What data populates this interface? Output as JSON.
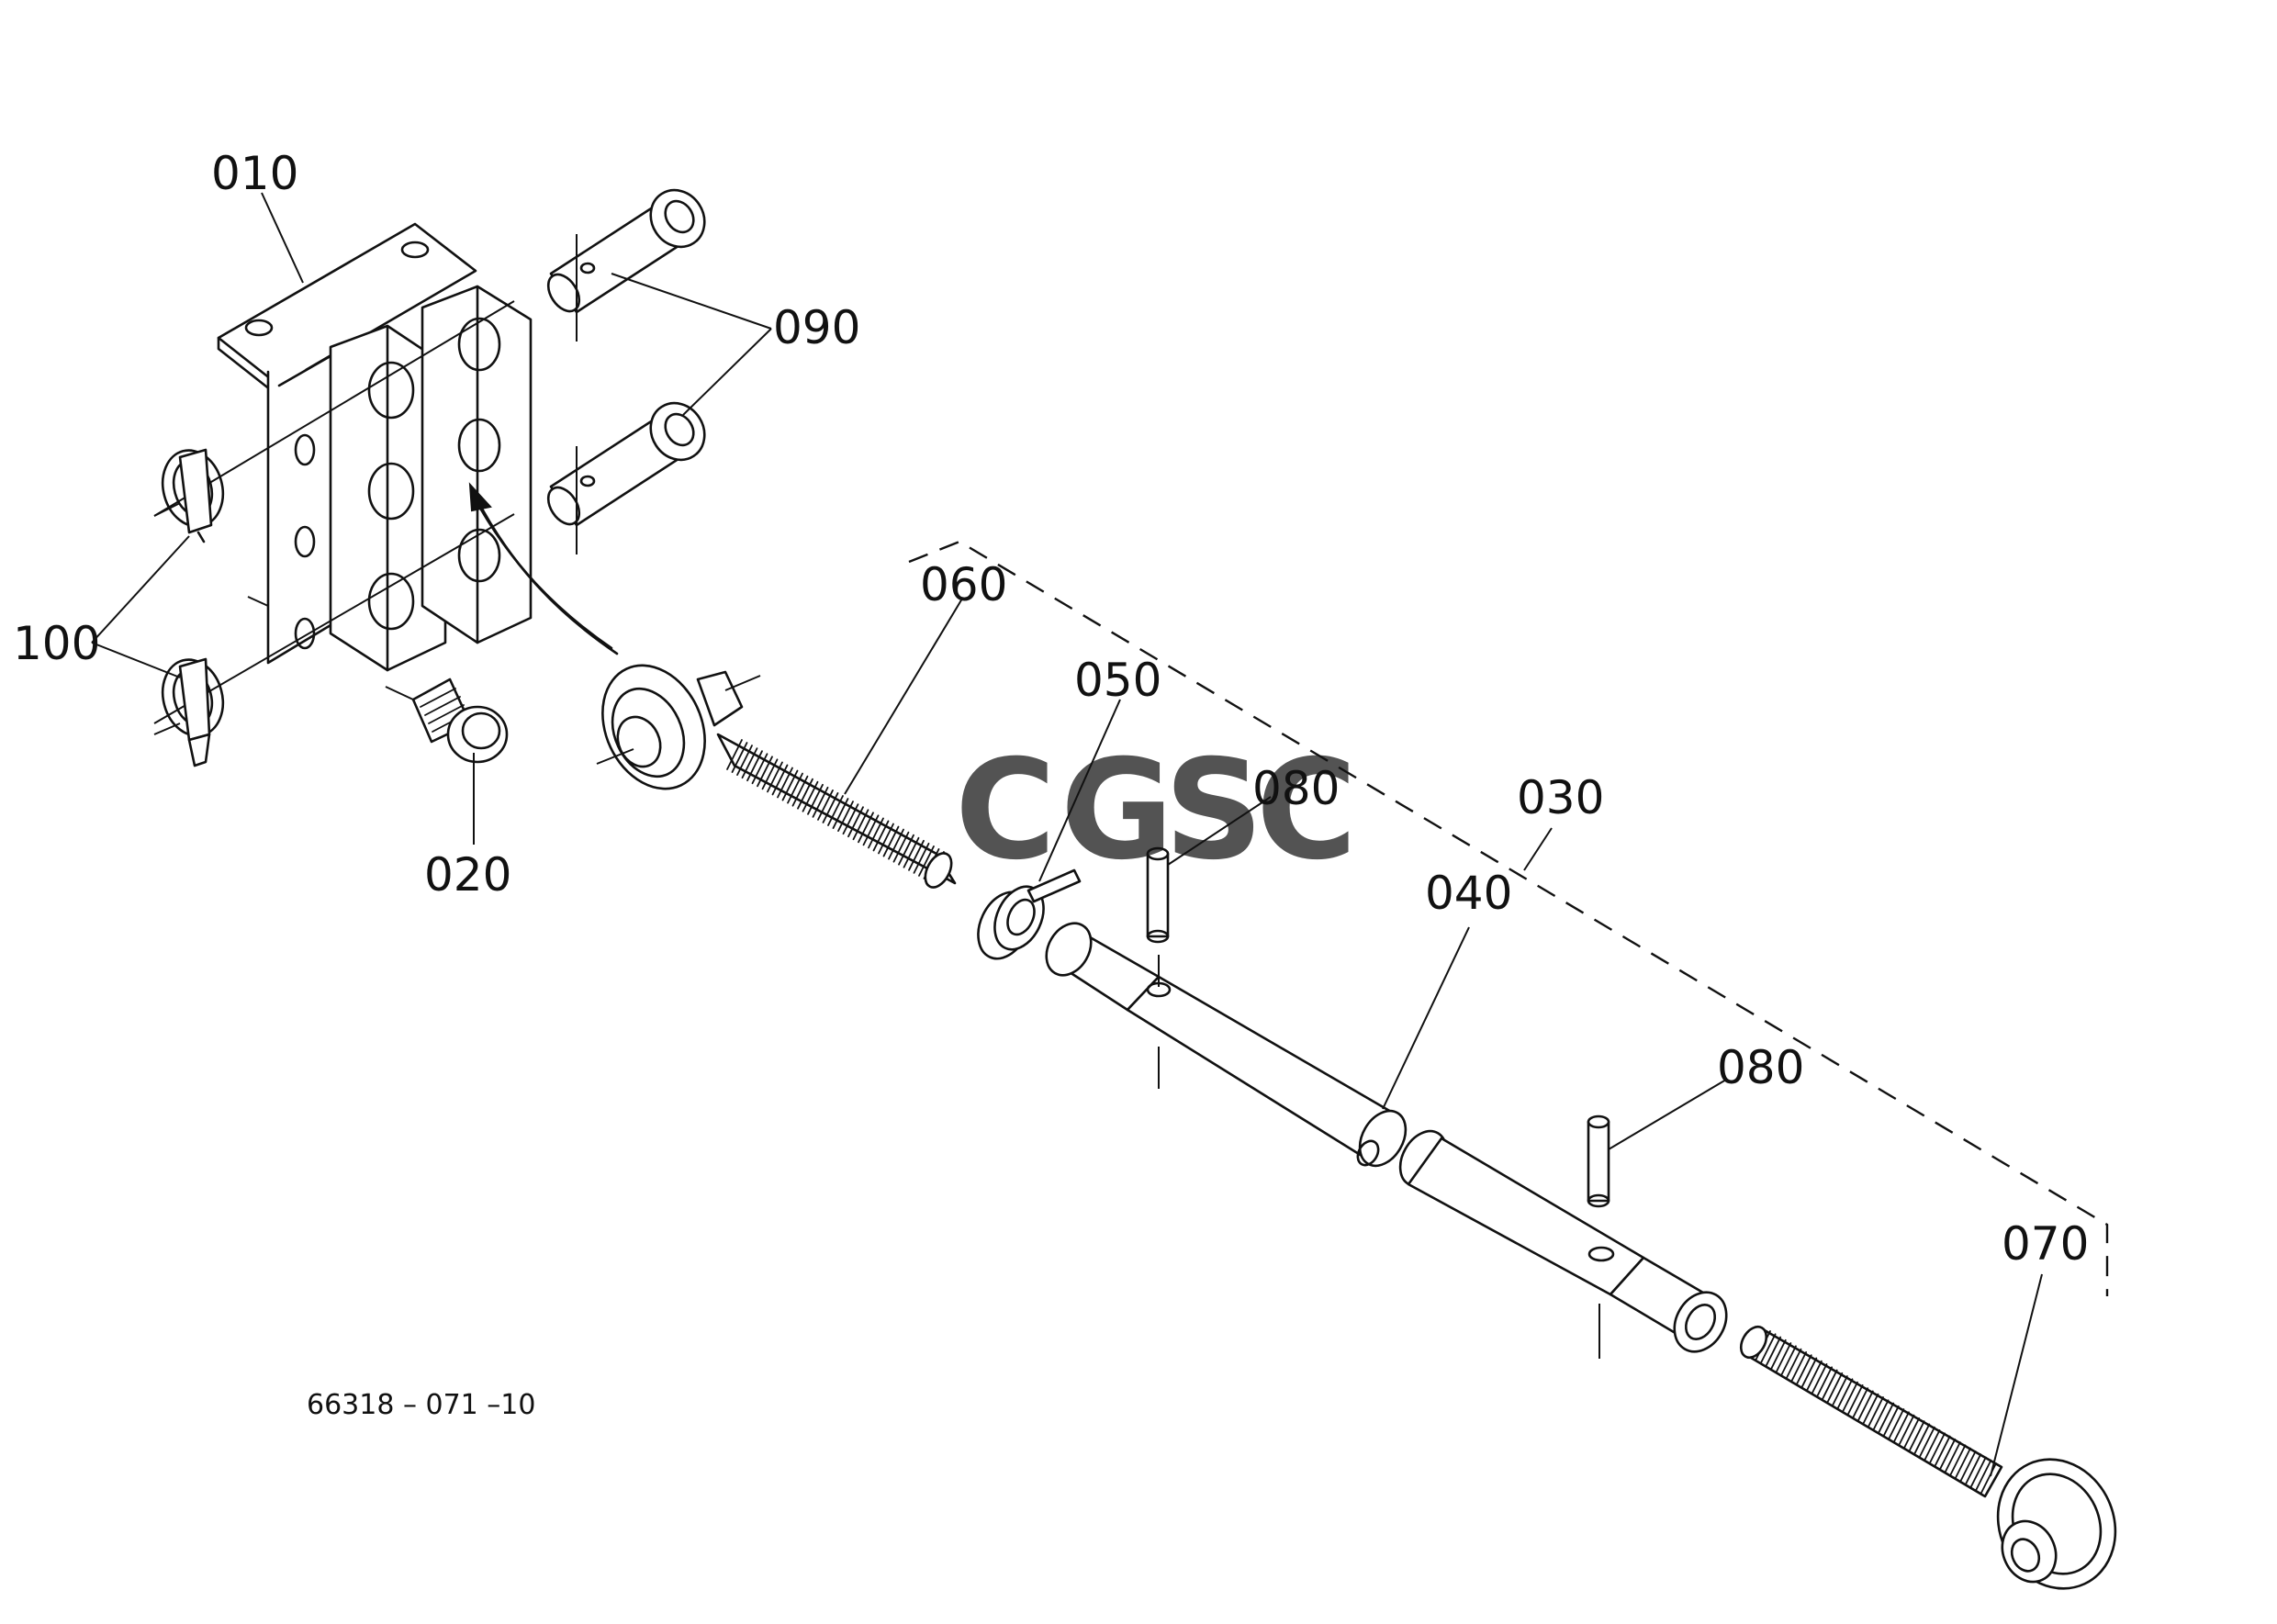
{
  "labels": {
    "p010": "010",
    "p090": "090",
    "p100": "100",
    "p020": "020",
    "p060": "060",
    "p050": "050",
    "p080a": "080",
    "p030": "030",
    "p040": "040",
    "p080b": "080",
    "p070": "070"
  },
  "drawing_code": "66318 – 071 –10",
  "watermark": {
    "letters": [
      "C",
      "G",
      "S",
      "C"
    ],
    "colors": [
      "#7ba4f0",
      "#f19a93",
      "#f7d46a",
      "#6cc39a"
    ]
  }
}
